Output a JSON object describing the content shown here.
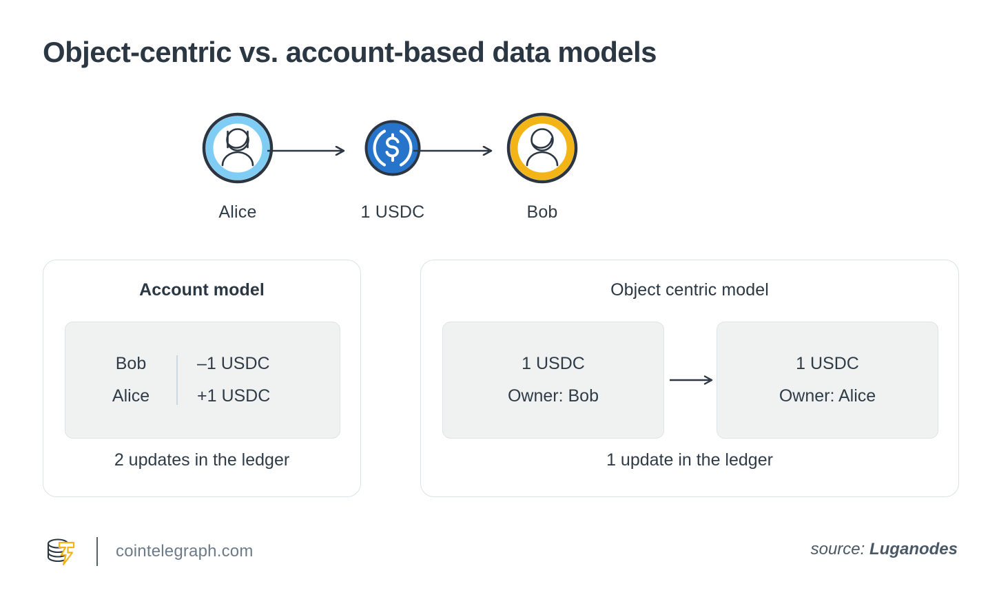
{
  "title": "Object-centric vs. account-based data models",
  "colors": {
    "title": "#2b3743",
    "alice_ring": "#7fcdf5",
    "bob_ring": "#f2b417",
    "usdc_blue": "#2775ca",
    "outline": "#2b3642",
    "panel_border": "#d9e2e7",
    "inner_fill": "#f0f1f1",
    "brand_gold": "#f2b417",
    "text": "#2f3c48"
  },
  "flow": {
    "alice": {
      "label": "Alice",
      "icon": "person-avatar-icon"
    },
    "token": {
      "label": "1 USDC",
      "icon": "usdc-coin-icon"
    },
    "bob": {
      "label": "Bob",
      "icon": "person-avatar-icon"
    },
    "arrow1": "arrow-right-icon",
    "arrow2": "arrow-right-icon"
  },
  "account_panel": {
    "title": "Account model",
    "rows": [
      {
        "name": "Bob",
        "value": "–1 USDC"
      },
      {
        "name": "Alice",
        "value": "+1 USDC"
      }
    ],
    "caption": "2 updates in the ledger"
  },
  "object_panel": {
    "title": "Object centric model",
    "boxes": [
      {
        "amount": "1 USDC",
        "owner": "Owner: Bob"
      },
      {
        "amount": "1 USDC",
        "owner": "Owner: Alice"
      }
    ],
    "arrow": "arrow-right-icon",
    "caption": "1 update in the ledger"
  },
  "footer": {
    "logo": "cointelegraph-logo-icon",
    "site": "cointelegraph.com",
    "source_prefix": "source: ",
    "source_name": "Luganodes"
  }
}
